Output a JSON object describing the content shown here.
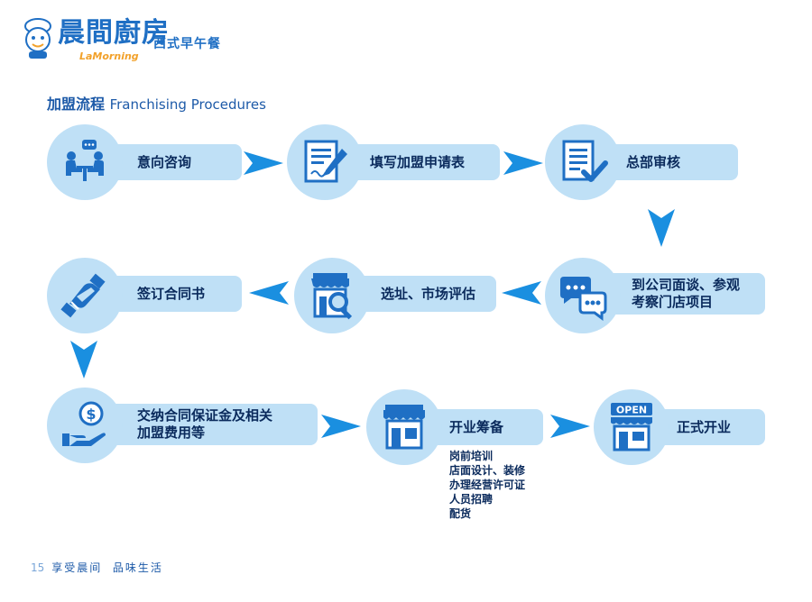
{
  "brand": {
    "name_cn": "晨間廚房",
    "tagline_cn": "西式早午餐",
    "name_en": "LaMorning"
  },
  "section": {
    "title_cn": "加盟流程",
    "title_en": "Franchising Procedures"
  },
  "steps": [
    {
      "label": "意向咨询",
      "icon": "consultation-icon"
    },
    {
      "label": "填写加盟申请表",
      "icon": "application-form-icon"
    },
    {
      "label": "总部审核",
      "icon": "review-checklist-icon"
    },
    {
      "label_line1": "到公司面谈、参观",
      "label_line2": "考察门店项目",
      "icon": "chat-bubbles-icon"
    },
    {
      "label": "选址、市场评估",
      "icon": "store-search-icon"
    },
    {
      "label": "签订合同书",
      "icon": "handshake-icon"
    },
    {
      "label_line1": "交纳合同保证金及相关",
      "label_line2": "加盟费用等",
      "icon": "money-hand-icon"
    },
    {
      "label": "开业筹备",
      "icon": "storefront-icon"
    },
    {
      "label": "正式开业",
      "icon": "open-store-icon",
      "sign": "OPEN"
    }
  ],
  "preparation_notes": [
    "岗前培训",
    "店面设计、装修",
    "办理经营许可证",
    "人员招聘",
    "配货"
  ],
  "footer": {
    "page": "15",
    "slogan": "享受晨间  品味生活"
  },
  "colors": {
    "primary": "#1f6fc4",
    "accent": "#f2a12a",
    "pill": "#bfe0f6",
    "arrow": "#1a8fe0",
    "text": "#0a2a5c"
  }
}
